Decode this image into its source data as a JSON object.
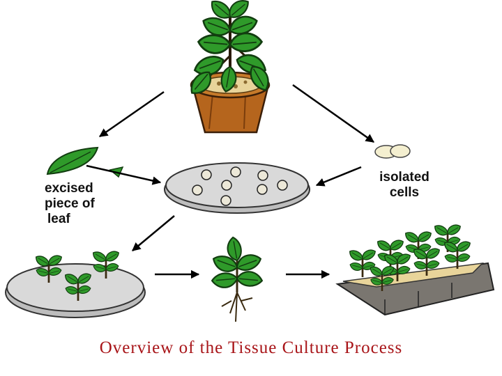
{
  "labels": {
    "excised_line1": "excised",
    "excised_line2": "piece of",
    "excised_line3": "leaf",
    "cells_line1": "isolated",
    "cells_line2": "cells"
  },
  "caption": "Overview of the Tissue Culture Process",
  "colors": {
    "caption": "#a81418",
    "leaf": "#2f9a2a",
    "leaf_dark": "#1d5e1a",
    "pot": "#b5651d",
    "soil": "#e8d49a",
    "dish": "#d6d6d6",
    "tray": "#7a7670",
    "arrow": "#000000"
  }
}
